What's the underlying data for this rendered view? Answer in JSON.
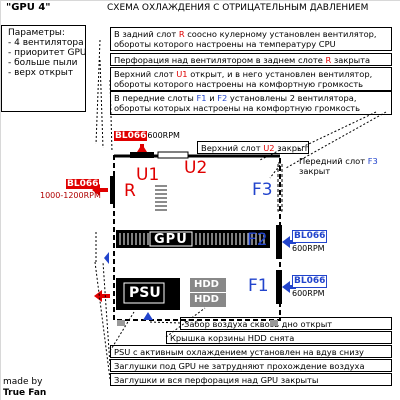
{
  "header": {
    "app_title": "\"GPU 4\"",
    "diagram_title": "СХЕМА ОХЛАЖДЕНИЯ С ОТРИЦАТЕЛЬНЫМ ДАВЛЕНИЕМ"
  },
  "parameters": {
    "heading": "Параметры:",
    "items": [
      "- 4 вентилятора",
      "- приоритет GPU",
      "- больше пыли",
      "- верх открыт"
    ]
  },
  "notes": {
    "rear_fan_1": "В задний слот ",
    "rear_fan_slot": "R",
    "rear_fan_2": " соосно кулерному установлен вентилятор,",
    "rear_fan_3": "обороты которого настроены на температуру CPU",
    "perforation_1": "Перфорация над вентилятором в заднем слоте ",
    "perforation_slot": "R",
    "perforation_2": " закрыта",
    "top_u1_1": "Верхний слот ",
    "top_u1_slot": "U1",
    "top_u1_2": " открыт, и в него установлен вентилятор,",
    "top_u1_3": "обороты которого настроены на комфортную громкость",
    "front_1": "В передние слоты ",
    "front_slot1": "F1",
    "front_and": " и ",
    "front_slot2": "F2",
    "front_2": " установлены 2 вентилятора,",
    "front_3": "обороты которых настроены на комфортную громкость",
    "top_u2_1": "Верхний слот ",
    "top_u2_slot": "U2",
    "top_u2_2": " закрыт",
    "front_f3_1": "Передний слот ",
    "front_f3_slot": "F3",
    "front_f3_2": "закрыт",
    "bottom_intake": "Забор воздуха сквозь дно открыт",
    "hdd_cover": "Крышка корзины HDD снята",
    "psu_active": "PSU с активным охлаждением установлен на вдув снизу",
    "gpu_plugs": "Заглушки под GPU не затрудняют прохождение воздуха",
    "gpu_perf": "Заглушки и вся перфорация над GPU закрыты"
  },
  "fans": {
    "top": {
      "model": "BL066",
      "rpm": "600RPM"
    },
    "rear": {
      "model": "BL066",
      "rpm": "1000-1200RPM"
    },
    "front_upper": {
      "model": "BL066",
      "rpm": "600RPM"
    },
    "front_lower": {
      "model": "BL066",
      "rpm": "600RPM"
    }
  },
  "slots": {
    "u1": "U1",
    "u2": "U2",
    "r": "R",
    "f1": "F1",
    "f2": "F2",
    "f3": "F3"
  },
  "components": {
    "gpu": "GPU",
    "psu": "PSU",
    "hdd1": "HDD",
    "hdd2": "HDD"
  },
  "footer": {
    "line1": "made by",
    "line2": "True Fan"
  },
  "colors": {
    "red": "#e00000",
    "blue": "#2244cc",
    "black": "#000000"
  }
}
